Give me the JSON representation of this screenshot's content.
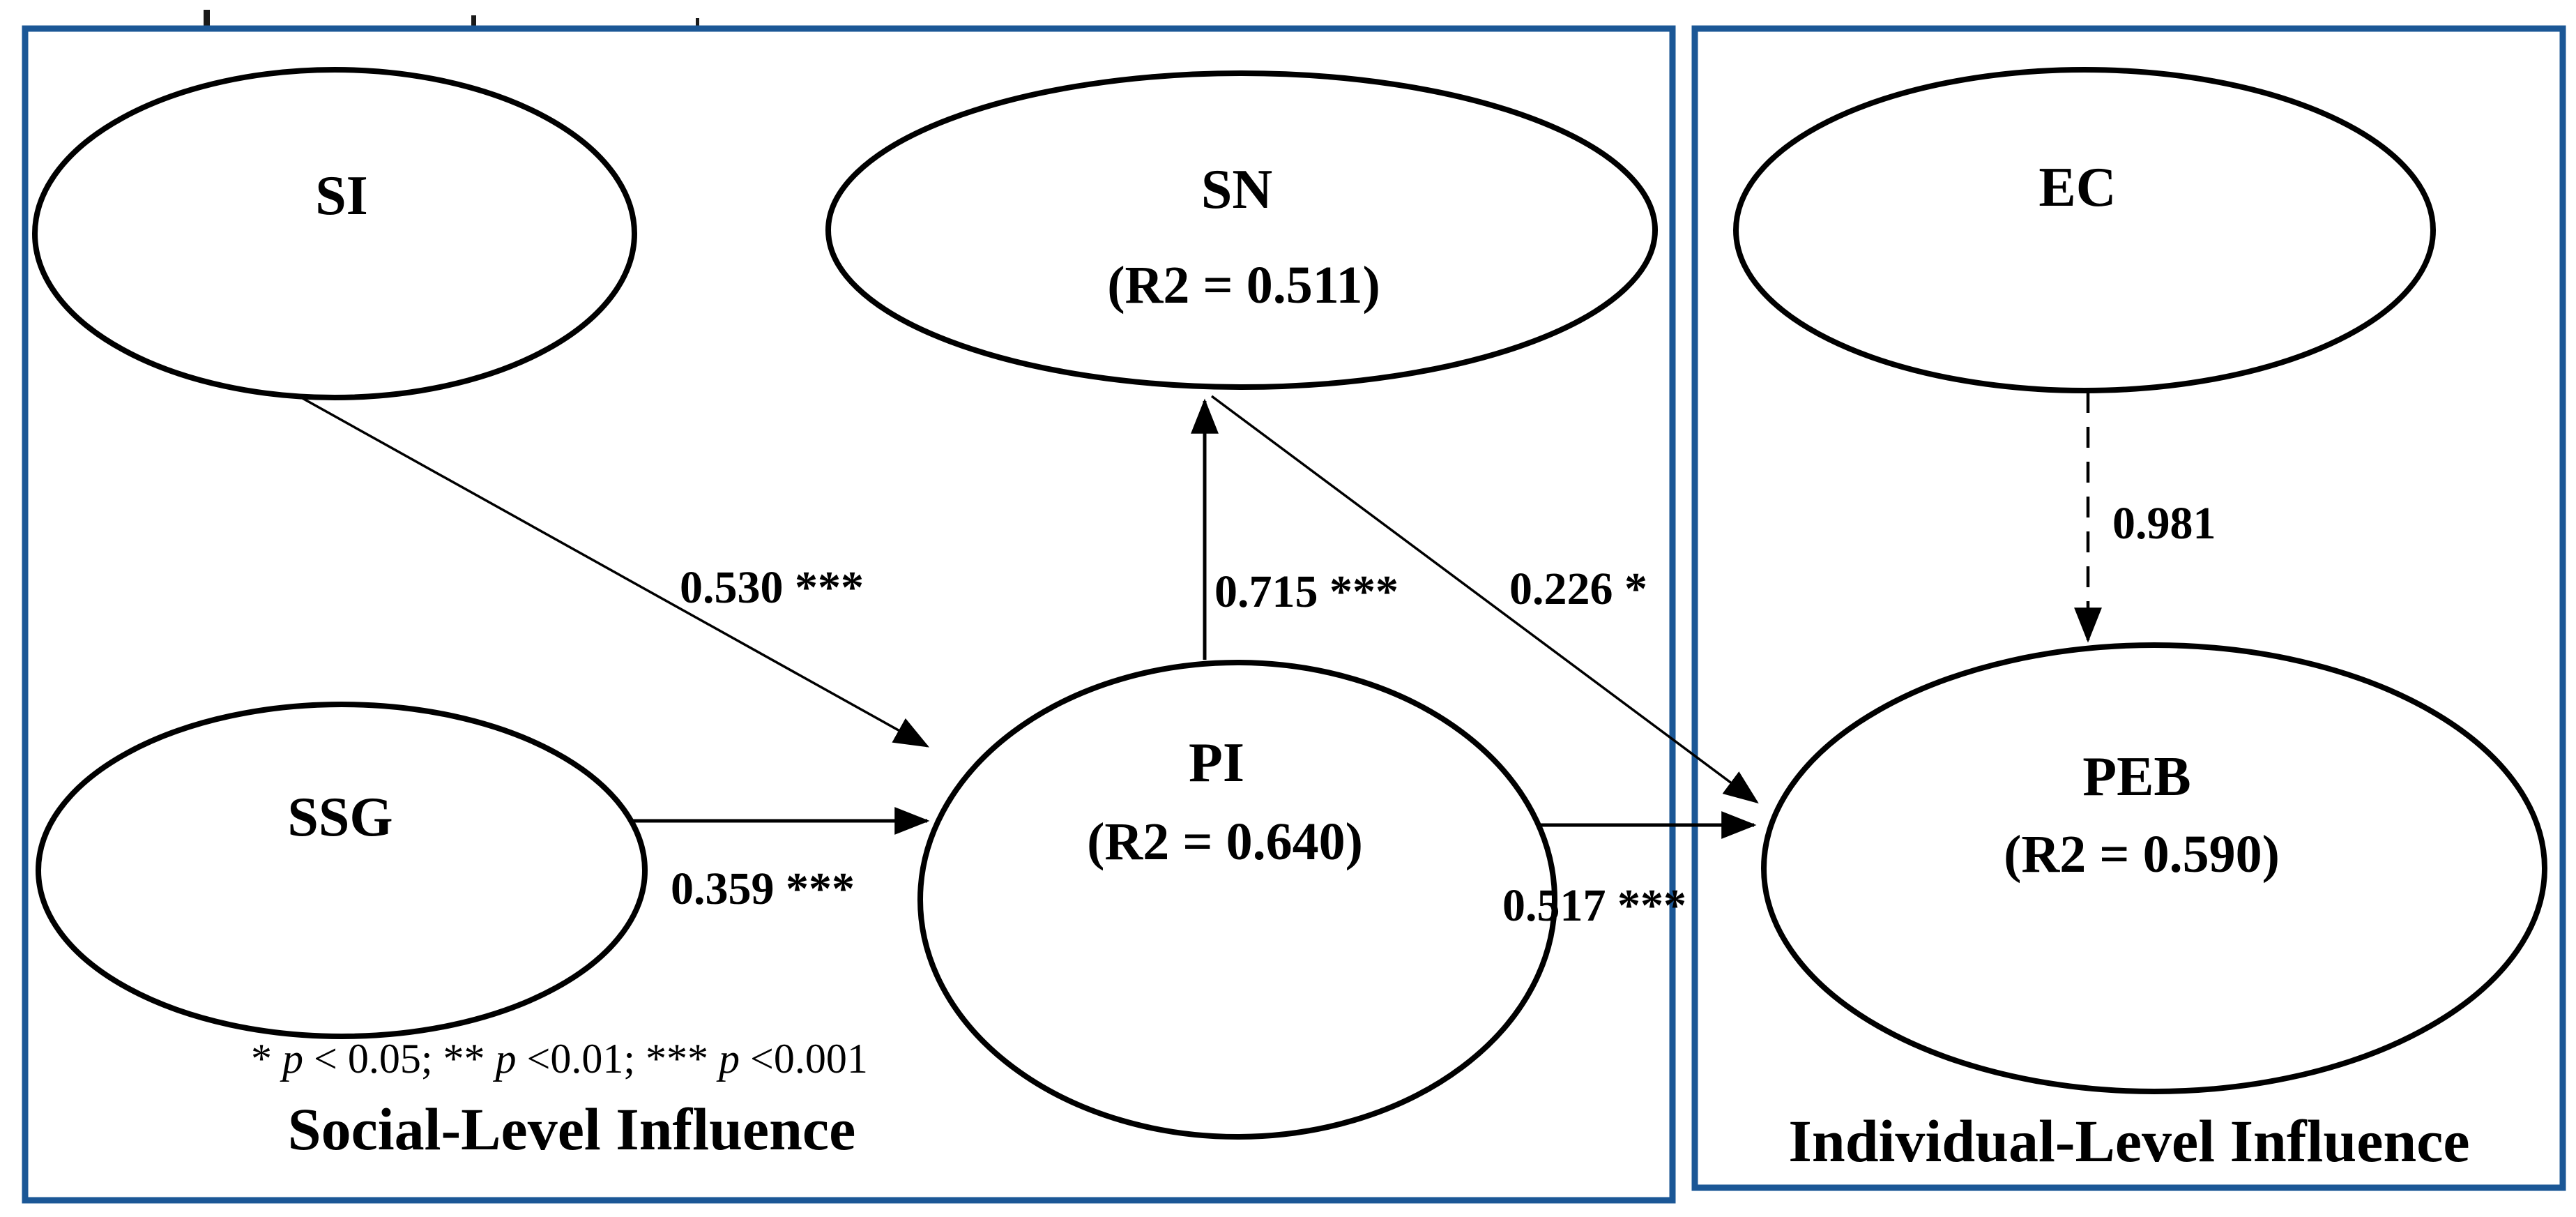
{
  "figure": {
    "colors": {
      "box_border": "#1b5796",
      "ink": "#000000",
      "background": "#ffffff"
    },
    "boxes": {
      "social": {
        "title": "Social-Level Influence"
      },
      "individual": {
        "title": "Individual-Level Influence"
      }
    },
    "nodes": {
      "si": {
        "label": "SI"
      },
      "sn": {
        "label": "SN",
        "r2": "(R2 = 0.511)"
      },
      "ec": {
        "label": "EC"
      },
      "ssg": {
        "label": "SSG"
      },
      "pi": {
        "label": "PI",
        "r2": "(R2 = 0.640)"
      },
      "peb": {
        "label": "PEB",
        "r2": "(R2 = 0.590)"
      }
    },
    "paths": {
      "si_pi": {
        "from": "SI",
        "to": "PI",
        "coef": "0.530 ***",
        "line": "solid"
      },
      "ssg_pi": {
        "from": "SSG",
        "to": "PI",
        "coef": "0.359 ***",
        "line": "solid"
      },
      "pi_sn": {
        "from": "PI",
        "to": "SN",
        "coef": "0.715 ***",
        "line": "solid"
      },
      "sn_peb": {
        "from": "SN",
        "to": "PEB",
        "coef": "0.226 *",
        "line": "solid"
      },
      "pi_peb": {
        "from": "PI",
        "to": "PEB",
        "coef": "0.517 ***",
        "line": "solid"
      },
      "ec_peb": {
        "from": "EC",
        "to": "PEB",
        "coef": "0.981",
        "line": "dashed"
      }
    },
    "footnote": {
      "parts": [
        "* ",
        "p",
        " < 0.05; ** ",
        "p",
        " <0.01; *** ",
        "p",
        " <0.001"
      ]
    }
  }
}
